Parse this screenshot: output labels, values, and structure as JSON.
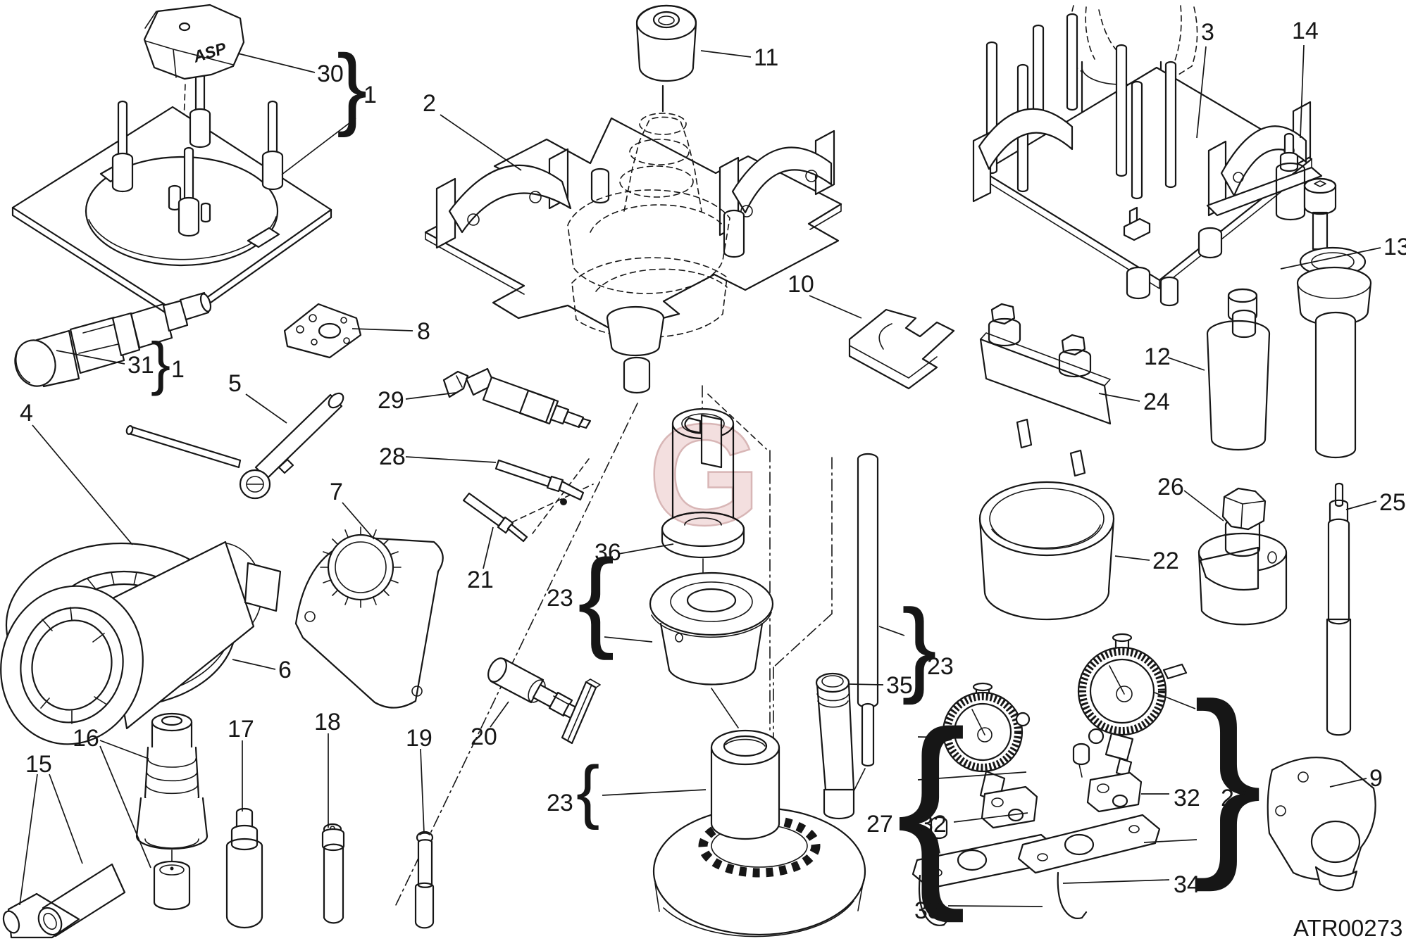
{
  "figure": {
    "code": "ATR00273",
    "watermark_letter": "G",
    "tool_block_label": "ASP"
  },
  "callouts": {
    "n1a": "1",
    "n1b": "1",
    "n2": "2",
    "n3": "3",
    "n4": "4",
    "n5": "5",
    "n6": "6",
    "n7": "7",
    "n8": "8",
    "n9": "9",
    "n10": "10",
    "n11": "11",
    "n12": "12",
    "n13": "13",
    "n14": "14",
    "n15": "15",
    "n16": "16",
    "n17": "17",
    "n18": "18",
    "n19": "19",
    "n20": "20",
    "n21": "21",
    "n22": "22",
    "n23a": "23",
    "n23b": "23",
    "n23c": "23",
    "n24": "24",
    "n25": "25",
    "n26": "26",
    "n27a": "27",
    "n27b": "27",
    "n28": "28",
    "n29": "29",
    "n30": "30",
    "n31": "31",
    "n32a": "32",
    "n32b": "32",
    "n33": "33",
    "n34": "34",
    "n35": "35",
    "n36": "36"
  },
  "braces": {
    "b30": "}",
    "b31": "}",
    "b23a": "{",
    "b23b": "}",
    "b23c": "{",
    "b27a": "{",
    "b27b": "}"
  }
}
